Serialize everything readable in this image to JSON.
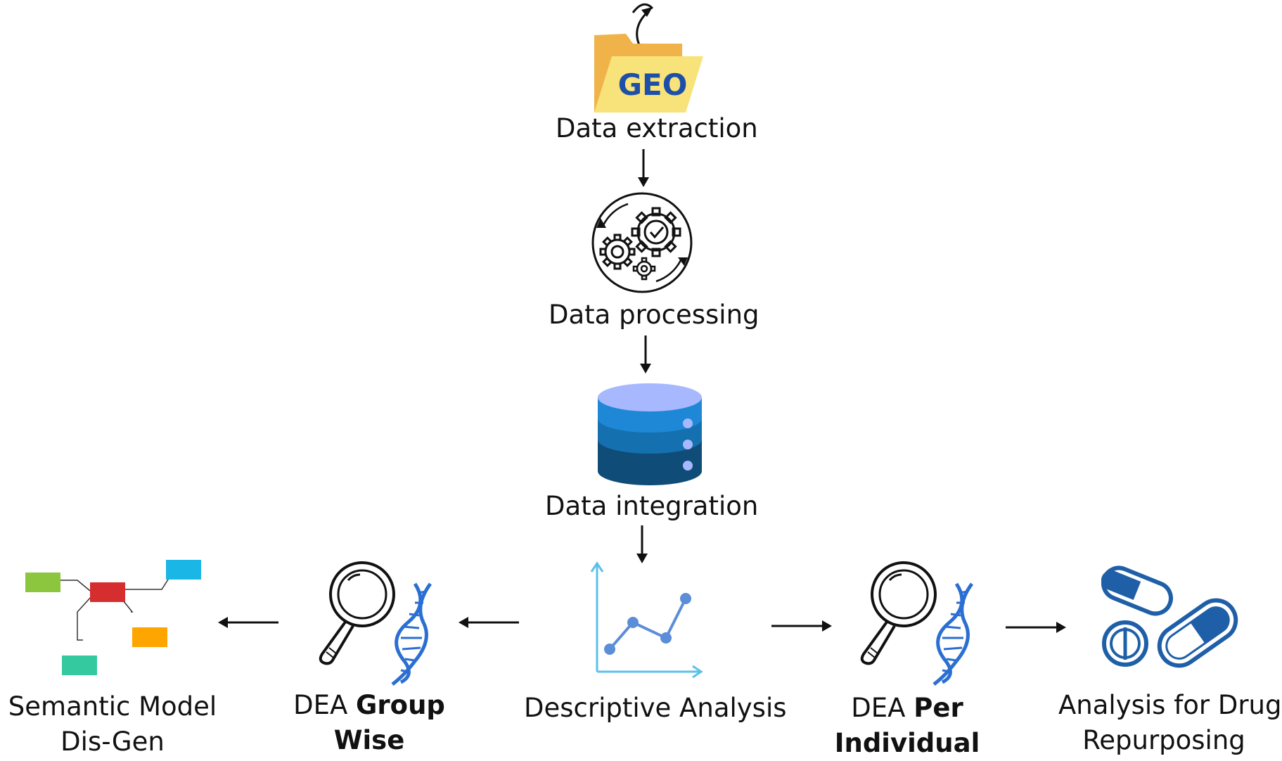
{
  "steps": {
    "extraction": {
      "label": "Data extraction",
      "logo_text": "GEO"
    },
    "processing": {
      "label": "Data processing"
    },
    "integration": {
      "label": "Data integration"
    },
    "descriptive": {
      "label": "Descriptive Analysis"
    },
    "dea_group": {
      "prefix": "DEA ",
      "bold1": "Group",
      "bold2": "Wise"
    },
    "dea_individual": {
      "prefix": "DEA ",
      "bold1": "Per",
      "bold2": "Individual"
    },
    "semantic": {
      "line1": "Semantic Model",
      "line2": "Dis-Gen"
    },
    "drug": {
      "line1": "Analysis for Drug",
      "line2": "Repurposing"
    }
  },
  "colors": {
    "folder_back": "#F0B34A",
    "folder_front": "#F8E27A",
    "geo_text": "#1E4FA8",
    "db_top": "#A7B8FF",
    "db_layer1": "#1E88D6",
    "db_layer2": "#1570B0",
    "db_layer3": "#0F4D78",
    "chart_axis": "#5BC0EB",
    "chart_line": "#5B8DD8",
    "dna": "#2A6FD1",
    "pill": "#1F5FA8",
    "node_green": "#8CC63F",
    "node_red": "#D62E2E",
    "node_cyan": "#1AB7E6",
    "node_orange": "#FFA500",
    "node_teal": "#35C9A0"
  }
}
